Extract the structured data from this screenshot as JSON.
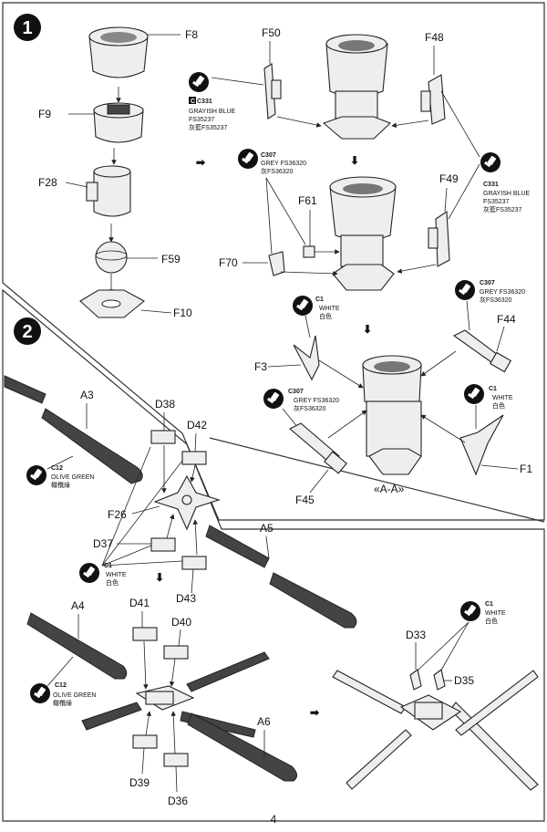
{
  "steps": [
    "1",
    "2"
  ],
  "part_labels": {
    "F8": "F8",
    "F9": "F9",
    "F28": "F28",
    "F59": "F59",
    "F10": "F10",
    "F50": "F50",
    "F48": "F48",
    "F61": "F61",
    "F49": "F49",
    "F70": "F70",
    "F44": "F44",
    "F3": "F3",
    "F1": "F1",
    "F45": "F45",
    "A3": "A3",
    "A4": "A4",
    "A5": "A5",
    "A6": "A6",
    "D38": "D38",
    "D42": "D42",
    "F26": "F26",
    "D37": "D37",
    "D43": "D43",
    "D41": "D41",
    "D40": "D40",
    "D39": "D39",
    "D36": "D36",
    "D33": "D33",
    "D35": "D35"
  },
  "section_label": "«A-A»",
  "page_number": "4",
  "callouts": {
    "gray_blue_left": {
      "code": "C331",
      "lines": [
        "GRAYISH BLUE",
        "FS35237",
        "灰藍FS35237"
      ]
    },
    "grey_top": {
      "code": "C307",
      "lines": [
        "GREY FS36320",
        "灰FS36320"
      ]
    },
    "gray_blue_right": {
      "code": "C331",
      "lines": [
        "GRAYISH BLUE",
        "FS35237",
        "灰藍FS35237"
      ]
    },
    "white_f3": {
      "code": "C1",
      "lines": [
        "WHITE",
        "白色"
      ]
    },
    "grey_f44": {
      "code": "C307",
      "lines": [
        "GREY FS36320",
        "灰FS36320"
      ]
    },
    "grey_f45": {
      "code": "C307",
      "lines": [
        "GREY FS36320",
        "灰FS36320"
      ]
    },
    "white_f1": {
      "code": "C1",
      "lines": [
        "WHITE",
        "白色"
      ]
    },
    "olive_a3": {
      "code": "C12",
      "lines": [
        "OLIVE GREEN",
        "橄欖綠"
      ]
    },
    "white_d": {
      "code": "C1",
      "lines": [
        "WHITE",
        "白色"
      ]
    },
    "olive_a4": {
      "code": "C12",
      "lines": [
        "OLIVE GREEN",
        "橄欖綠"
      ]
    },
    "white_d33": {
      "code": "C1",
      "lines": [
        "WHITE",
        "白色"
      ]
    }
  },
  "colors": {
    "ink": "#111111",
    "paper": "#ffffff"
  }
}
